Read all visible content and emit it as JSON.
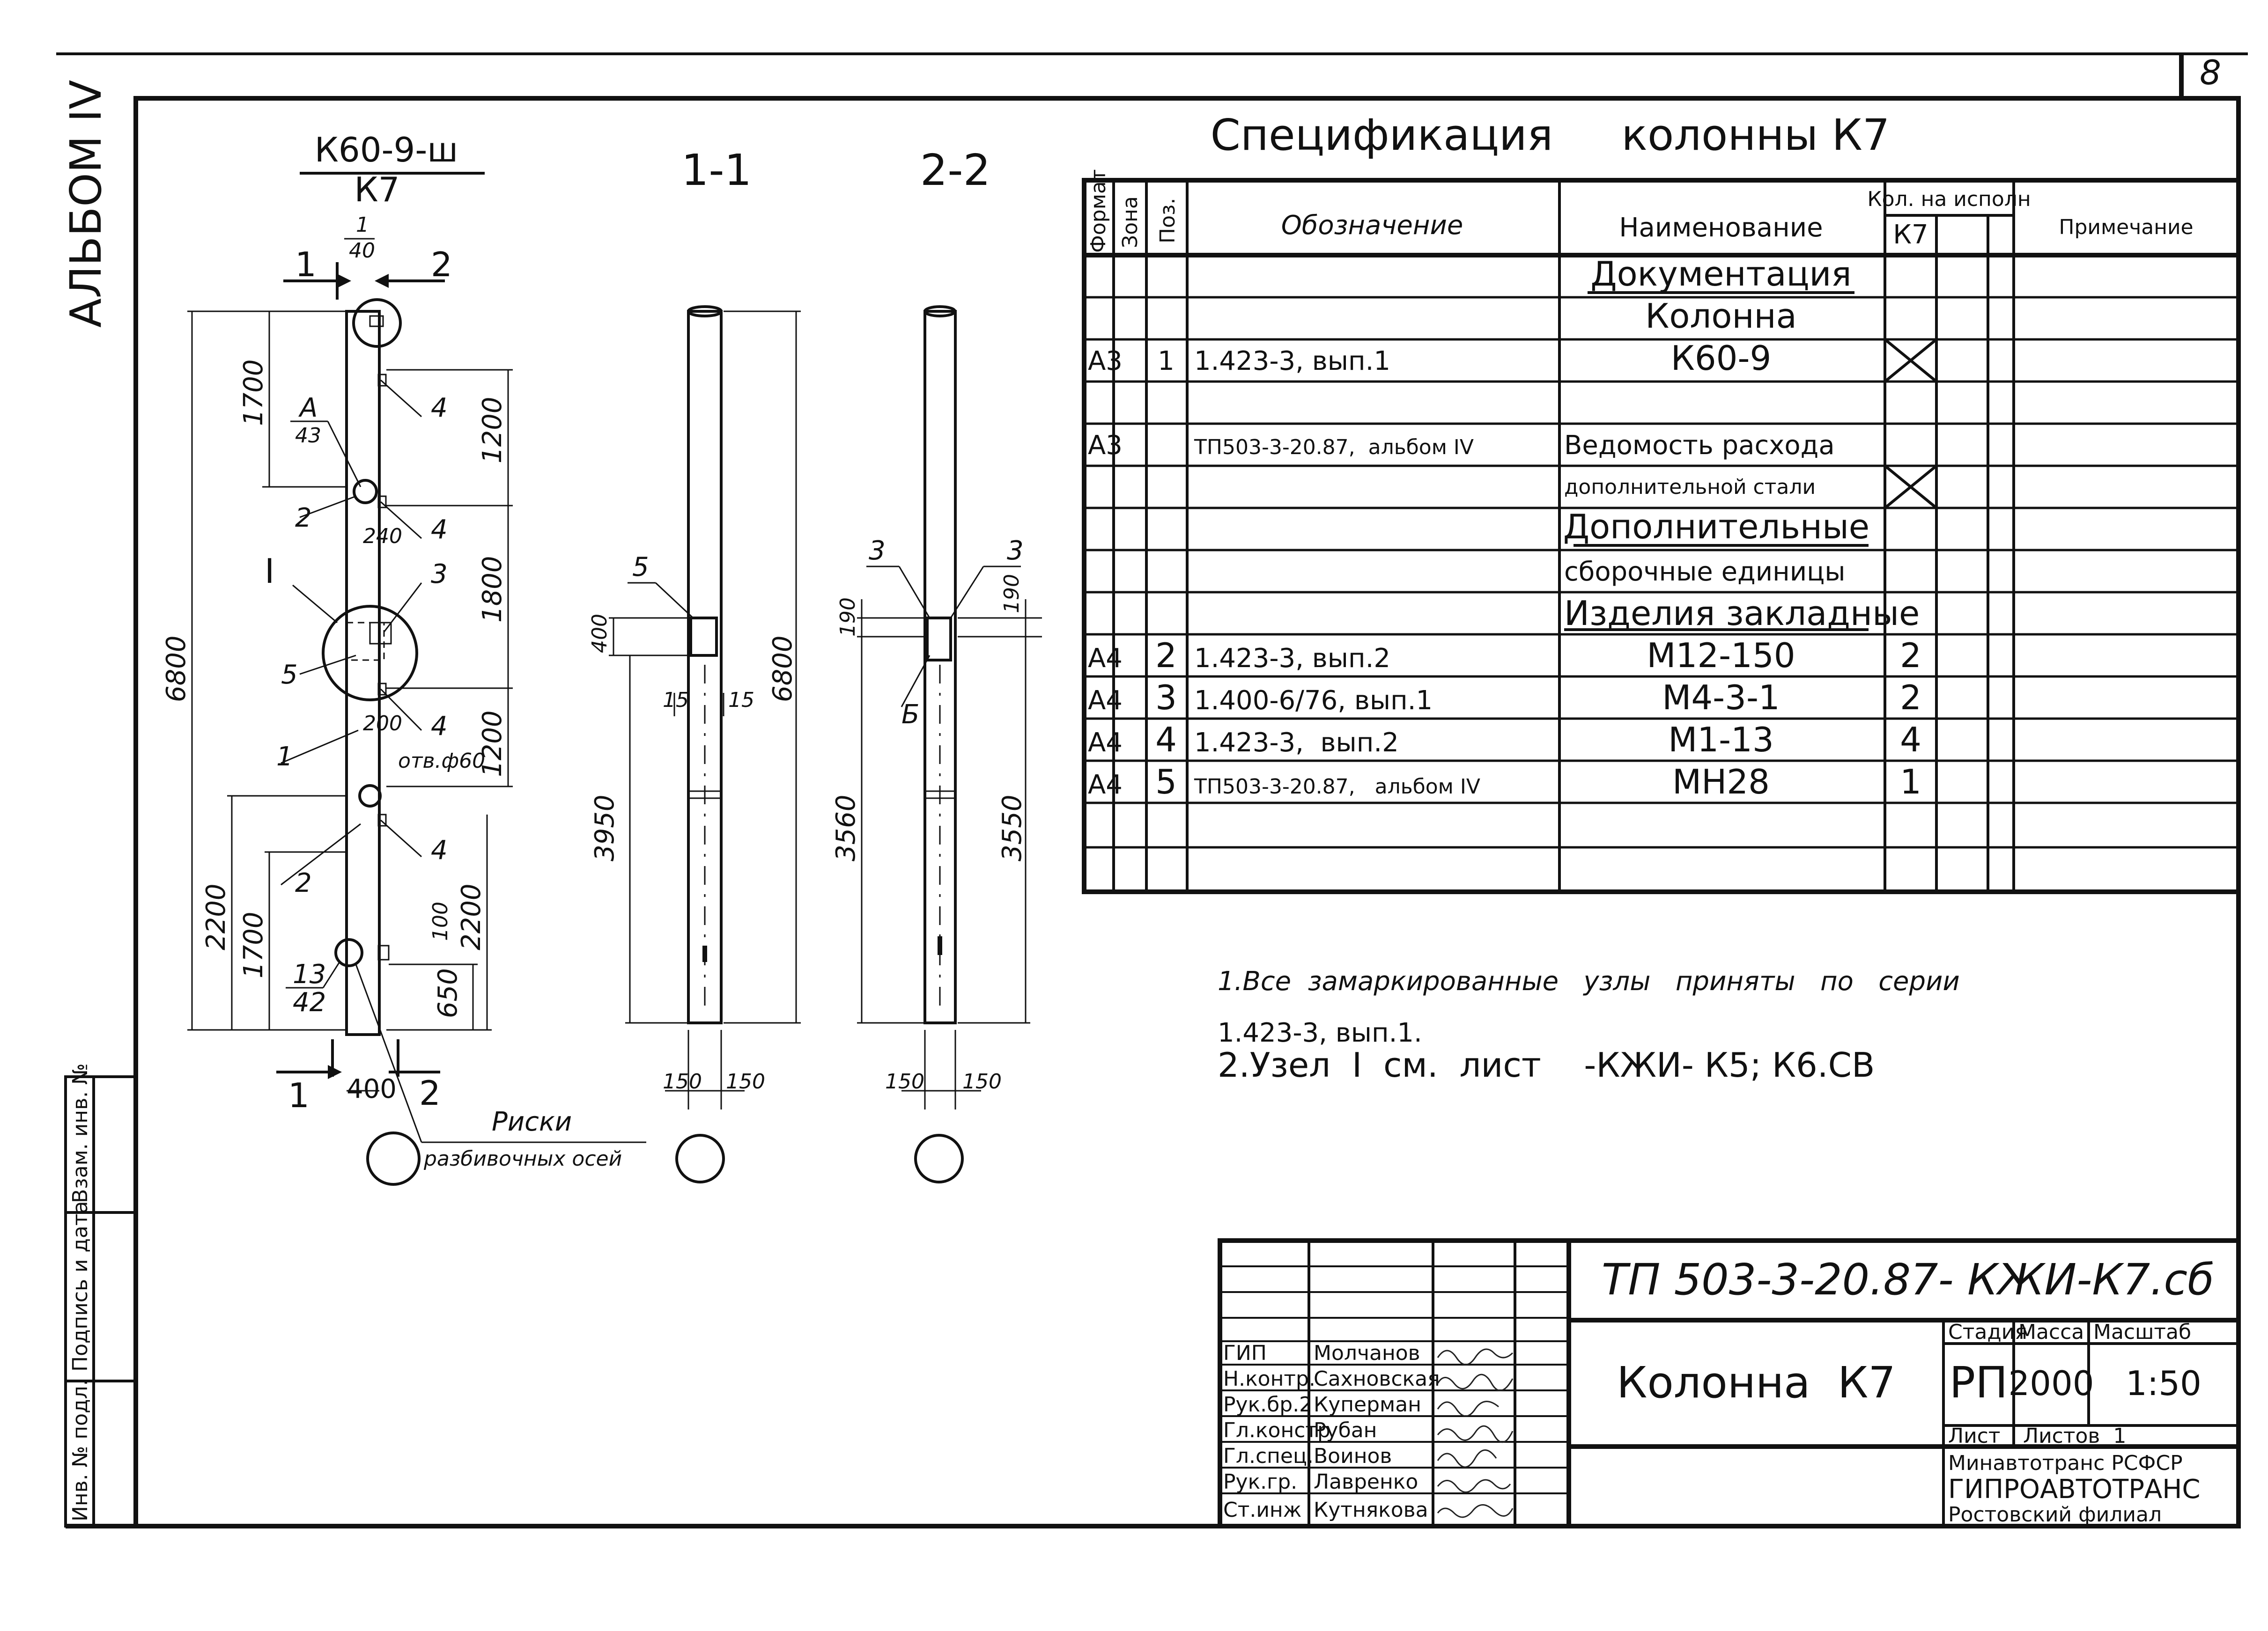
{
  "page_number": "8",
  "album_label": "АЛЬБОМ IV",
  "column_view": {
    "title_top": "К60-9-ш",
    "title_bottom": "К7",
    "section_marks": [
      "1",
      "2",
      "1",
      "2"
    ],
    "slope_top": "1",
    "slope_bottom": "40",
    "callouts": [
      "4",
      "4",
      "4",
      "4",
      "2",
      "2",
      "1",
      "3",
      "5",
      "I"
    ],
    "node_A_top": "А",
    "node_A_bottom": "43",
    "node_13_top": "13",
    "node_13_bottom": "42",
    "dim_6800": "6800",
    "dim_1700_a": "1700",
    "dim_1200_a": "1200",
    "dim_1800": "1800",
    "dim_1200_b": "1200",
    "dim_2200_a": "2200",
    "dim_2200_b": "2200",
    "dim_1700_b": "1700",
    "dim_650": "650",
    "dim_100": "100",
    "dim_240": "240",
    "dim_200": "200",
    "hole_note": "отв.ф60",
    "dim_400": "400",
    "risk_label_1": "Риски",
    "risk_label_2": "разбивочных осей"
  },
  "section_1_1": {
    "title": "1-1",
    "callout": "5",
    "dim_400": "400",
    "dim_15_a": "15",
    "dim_15_b": "15",
    "dim_3950": "3950",
    "dim_6800": "6800",
    "dim_150_a": "150",
    "dim_150_b": "150"
  },
  "section_2_2": {
    "title": "2-2",
    "callout_3a": "3",
    "callout_3b": "3",
    "callout_b": "Б",
    "dim_190_a": "190",
    "dim_190_b": "190",
    "dim_3560": "3560",
    "dim_3550": "3550",
    "dim_150_a": "150",
    "dim_150_b": "150"
  },
  "spec": {
    "title": "Спецификация     колонны К7",
    "headers": {
      "format": "Формат",
      "zone": "Зона",
      "pos": "Поз.",
      "designation": "Обозначение",
      "name": "Наименование",
      "qty_group": "Кол. на исполн",
      "qty_k7": "К7",
      "note": "Примечание"
    },
    "rows": [
      {
        "format": "",
        "pos": "",
        "designation": "",
        "name": "Документация",
        "qty": "",
        "underline": true
      },
      {
        "format": "",
        "pos": "",
        "designation": "",
        "name": "Колонна",
        "qty": "",
        "underline": false
      },
      {
        "format": "А3",
        "pos": "1",
        "designation": "1.423-3, вып.1",
        "name": "К60-9",
        "qty": "",
        "cross": true
      },
      {
        "format": "",
        "pos": "",
        "designation": "",
        "name": "",
        "qty": ""
      },
      {
        "format": "А3",
        "pos": "",
        "designation": "ТП503-3-20.87,  альбом IV",
        "name": "Ведомость расхода",
        "qty": ""
      },
      {
        "format": "",
        "pos": "",
        "designation": "",
        "name": "дополнительной стали",
        "qty": "",
        "cross": true
      },
      {
        "format": "",
        "pos": "",
        "designation": "",
        "name": "Дополнительные",
        "qty": "",
        "underline": true
      },
      {
        "format": "",
        "pos": "",
        "designation": "",
        "name": "сборочные единицы",
        "qty": ""
      },
      {
        "format": "",
        "pos": "",
        "designation": "",
        "name": "Изделия закладные",
        "qty": "",
        "underline": true
      },
      {
        "format": "А4",
        "pos": "2",
        "designation": "1.423-3, вып.2",
        "name": "М12-150",
        "qty": "2"
      },
      {
        "format": "А4",
        "pos": "3",
        "designation": "1.400-6/76, вып.1",
        "name": "М4-3-1",
        "qty": "2"
      },
      {
        "format": "А4",
        "pos": "4",
        "designation": "1.423-3,  вып.2",
        "name": "М1-13",
        "qty": "4"
      },
      {
        "format": "А4",
        "pos": "5",
        "designation": "ТП503-3-20.87,   альбом IV",
        "name": "МН28",
        "qty": "1"
      },
      {
        "format": "",
        "pos": "",
        "designation": "",
        "name": "",
        "qty": ""
      },
      {
        "format": "",
        "pos": "",
        "designation": "",
        "name": "",
        "qty": ""
      }
    ]
  },
  "notes": {
    "line1": "1.Все  замаркированные   узлы   приняты   по   серии",
    "line2": "1.423-3, вып.1.",
    "line3": "2.Узел  I  см.  лист    -КЖИ- К5; К6.СВ"
  },
  "side_stamp": {
    "cell1": "Взам. инв. №",
    "cell2": "Подпись и дата",
    "cell3": "Инв. № подл."
  },
  "title_block": {
    "code": "ТП  503-3-20.87- КЖИ-К7.сб",
    "object_name": "Колонна  К7",
    "stage_label": "Стадия",
    "mass_label": "Масса",
    "scale_label": "Масштаб",
    "stage": "РП",
    "mass": "2000",
    "scale": "1:50",
    "sheet_label": "Лист",
    "sheets_label": "Листов  1",
    "org1": "Минавтотранс РСФСР",
    "org2": "ГИПРОАВТОТРАНС",
    "org3": "Ростовский филиал",
    "signatures": [
      {
        "role": "ГИП",
        "name": "Молчанов"
      },
      {
        "role": "Н.контр.",
        "name": "Сахновская"
      },
      {
        "role": "Рук.бр.2",
        "name": "Куперман"
      },
      {
        "role": "Гл.констр",
        "name": "Рубан"
      },
      {
        "role": "Гл.спец.",
        "name": "Воинов"
      },
      {
        "role": "Рук.гр.",
        "name": "Лавренко"
      },
      {
        "role": "Ст.инж",
        "name": "Кутнякова"
      }
    ]
  }
}
